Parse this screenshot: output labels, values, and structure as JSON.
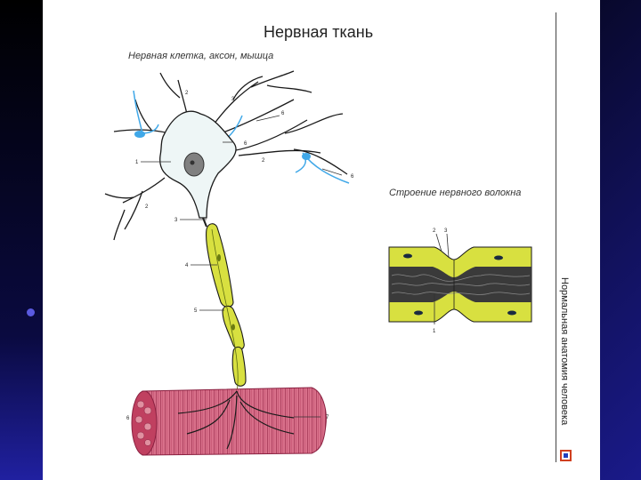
{
  "slide": {
    "title": "Нервная ткань",
    "subtitle_left": "Нервная клетка, аксон, мышца",
    "subtitle_right": "Строение нервного волокна",
    "side_title": "Нормальная анатомия человека"
  },
  "labels": {
    "neuron": [
      "2",
      "3",
      "6",
      "1",
      "2",
      "6",
      "6",
      "2",
      "3",
      "4",
      "5",
      "6",
      "7"
    ],
    "fiber": [
      "2",
      "3",
      "1"
    ]
  },
  "colors": {
    "cell_body": "#eef6f6",
    "nucleus": "#808080",
    "myelin": "#d8e040",
    "myelin_dark": "#6a7a10",
    "muscle": "#d8708a",
    "muscle_stripe": "#a03050",
    "nerve_ending": "#40a8e8",
    "fiber_axon": "#3a3a3a"
  }
}
